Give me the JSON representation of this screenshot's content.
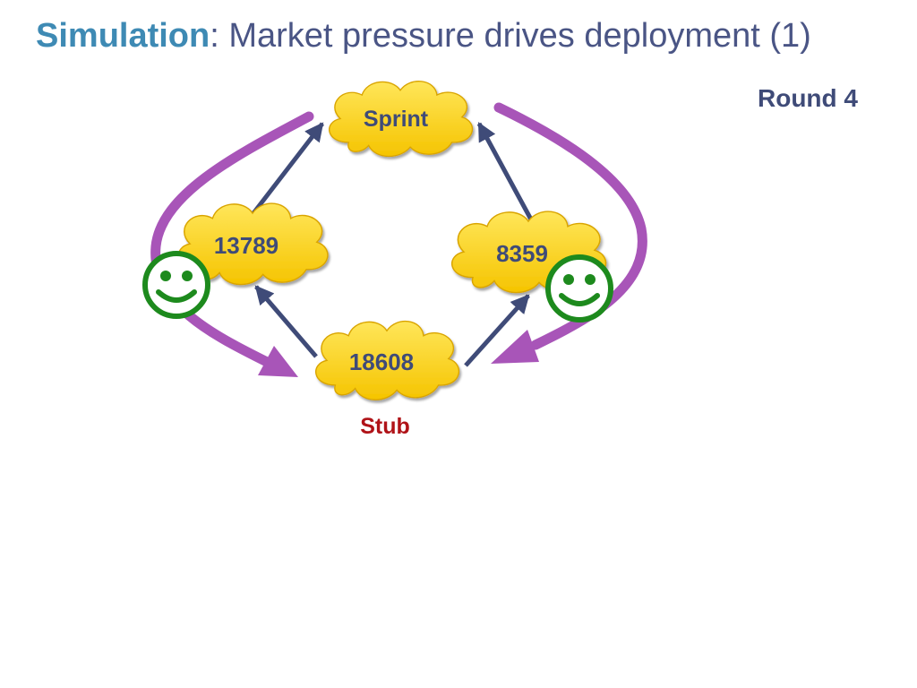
{
  "slide": {
    "title_lead": "Simulation",
    "title_rest": ": Market pressure drives deployment (1)",
    "round_label": "Round 4"
  },
  "nodes": {
    "top": "Sprint",
    "left": "13789",
    "right": "8359",
    "bottom": "18608",
    "bottom_caption": "Stub"
  },
  "colors": {
    "title_lead": "#3e8ab4",
    "title": "#4a5585",
    "cloud_fill": "#ffd21f",
    "cloud_edge": "#d9a400",
    "edge_arrow": "#3f4b78",
    "pressure_arrow": "#a855b8",
    "smiley": "#1d8a1d",
    "stub_caption": "#b01318"
  },
  "icons": {
    "left_status": "happy-face-icon",
    "right_status": "happy-face-icon"
  }
}
